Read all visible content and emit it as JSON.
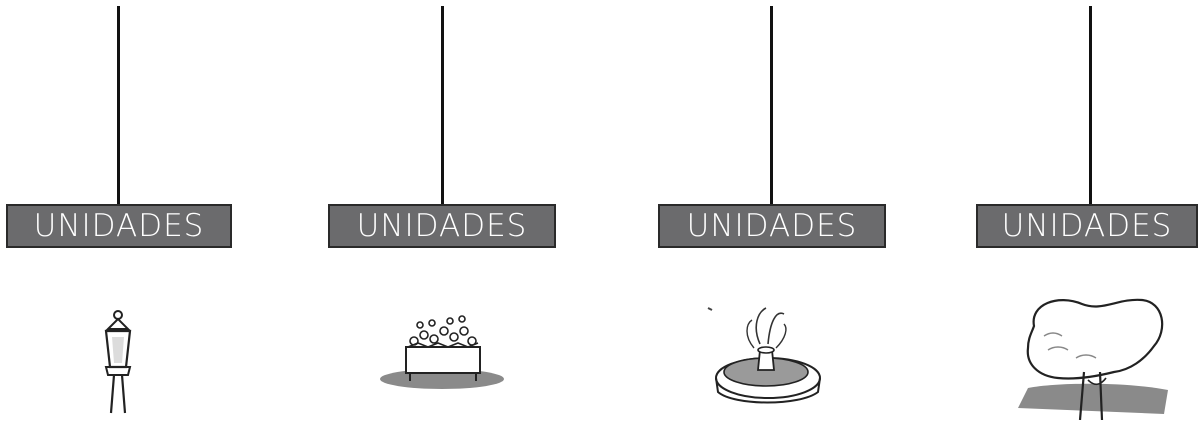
{
  "items": [
    {
      "label": "UNIDADES",
      "icon": "street-lamp-icon"
    },
    {
      "label": "UNIDADES",
      "icon": "flower-planter-icon"
    },
    {
      "label": "UNIDADES",
      "icon": "fountain-icon"
    },
    {
      "label": "UNIDADES",
      "icon": "tree-icon"
    }
  ],
  "colors": {
    "label_bg": "#6b6b6d",
    "label_text": "#ffffff",
    "line": "#111111",
    "shadow": "#8a8a8a"
  }
}
